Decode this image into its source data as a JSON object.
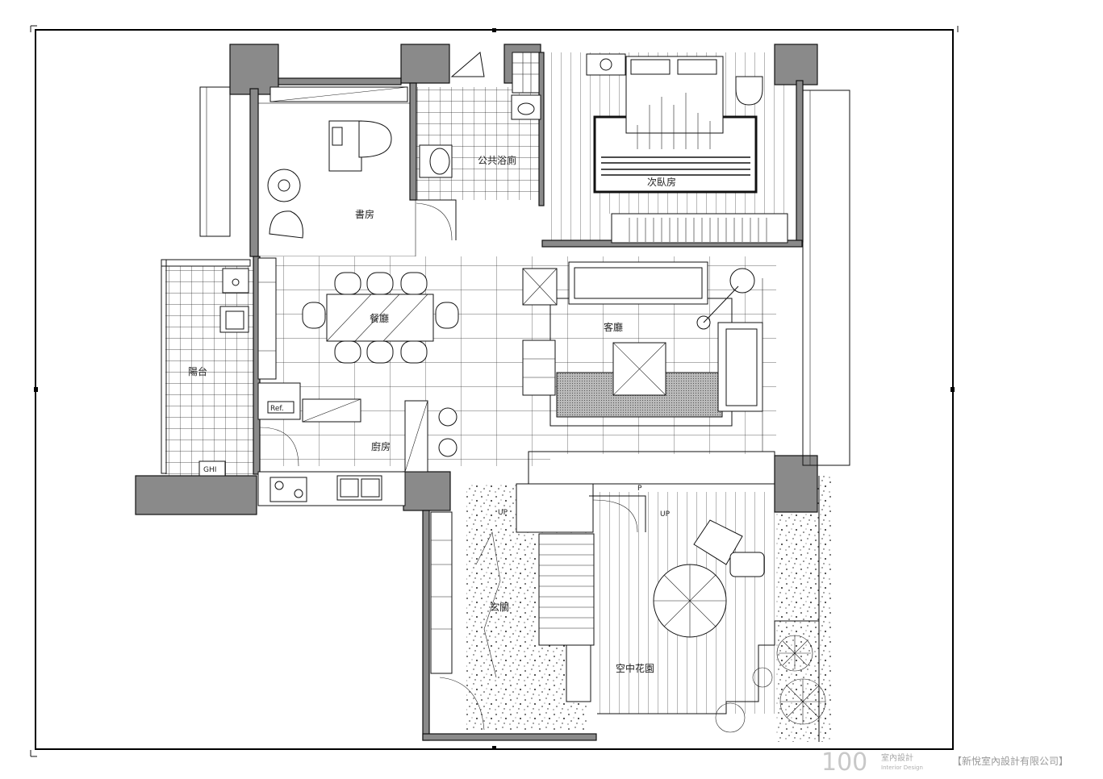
{
  "rooms": {
    "study": "書房",
    "public_bath": "公共浴廁",
    "second_bedroom": "次臥房",
    "dining": "餐廳",
    "living": "客廳",
    "balcony": "陽台",
    "kitchen": "廚房",
    "foyer": "玄關",
    "sky_garden": "空中花園"
  },
  "fixtures": {
    "fridge": "Ref.",
    "water_heater": "GHI",
    "up_left": "UP",
    "up_right": "UP",
    "p_mark": "P"
  },
  "watermark": {
    "logo": "100",
    "brand_cn": "室內設計",
    "brand_en": "Interior Design",
    "credit": "【新悅室內設計有限公司】"
  },
  "icons": [
    "plant-icon",
    "ceiling-fan-icon",
    "umbrella-icon",
    "toilet-icon",
    "sink-icon",
    "stove-icon"
  ]
}
